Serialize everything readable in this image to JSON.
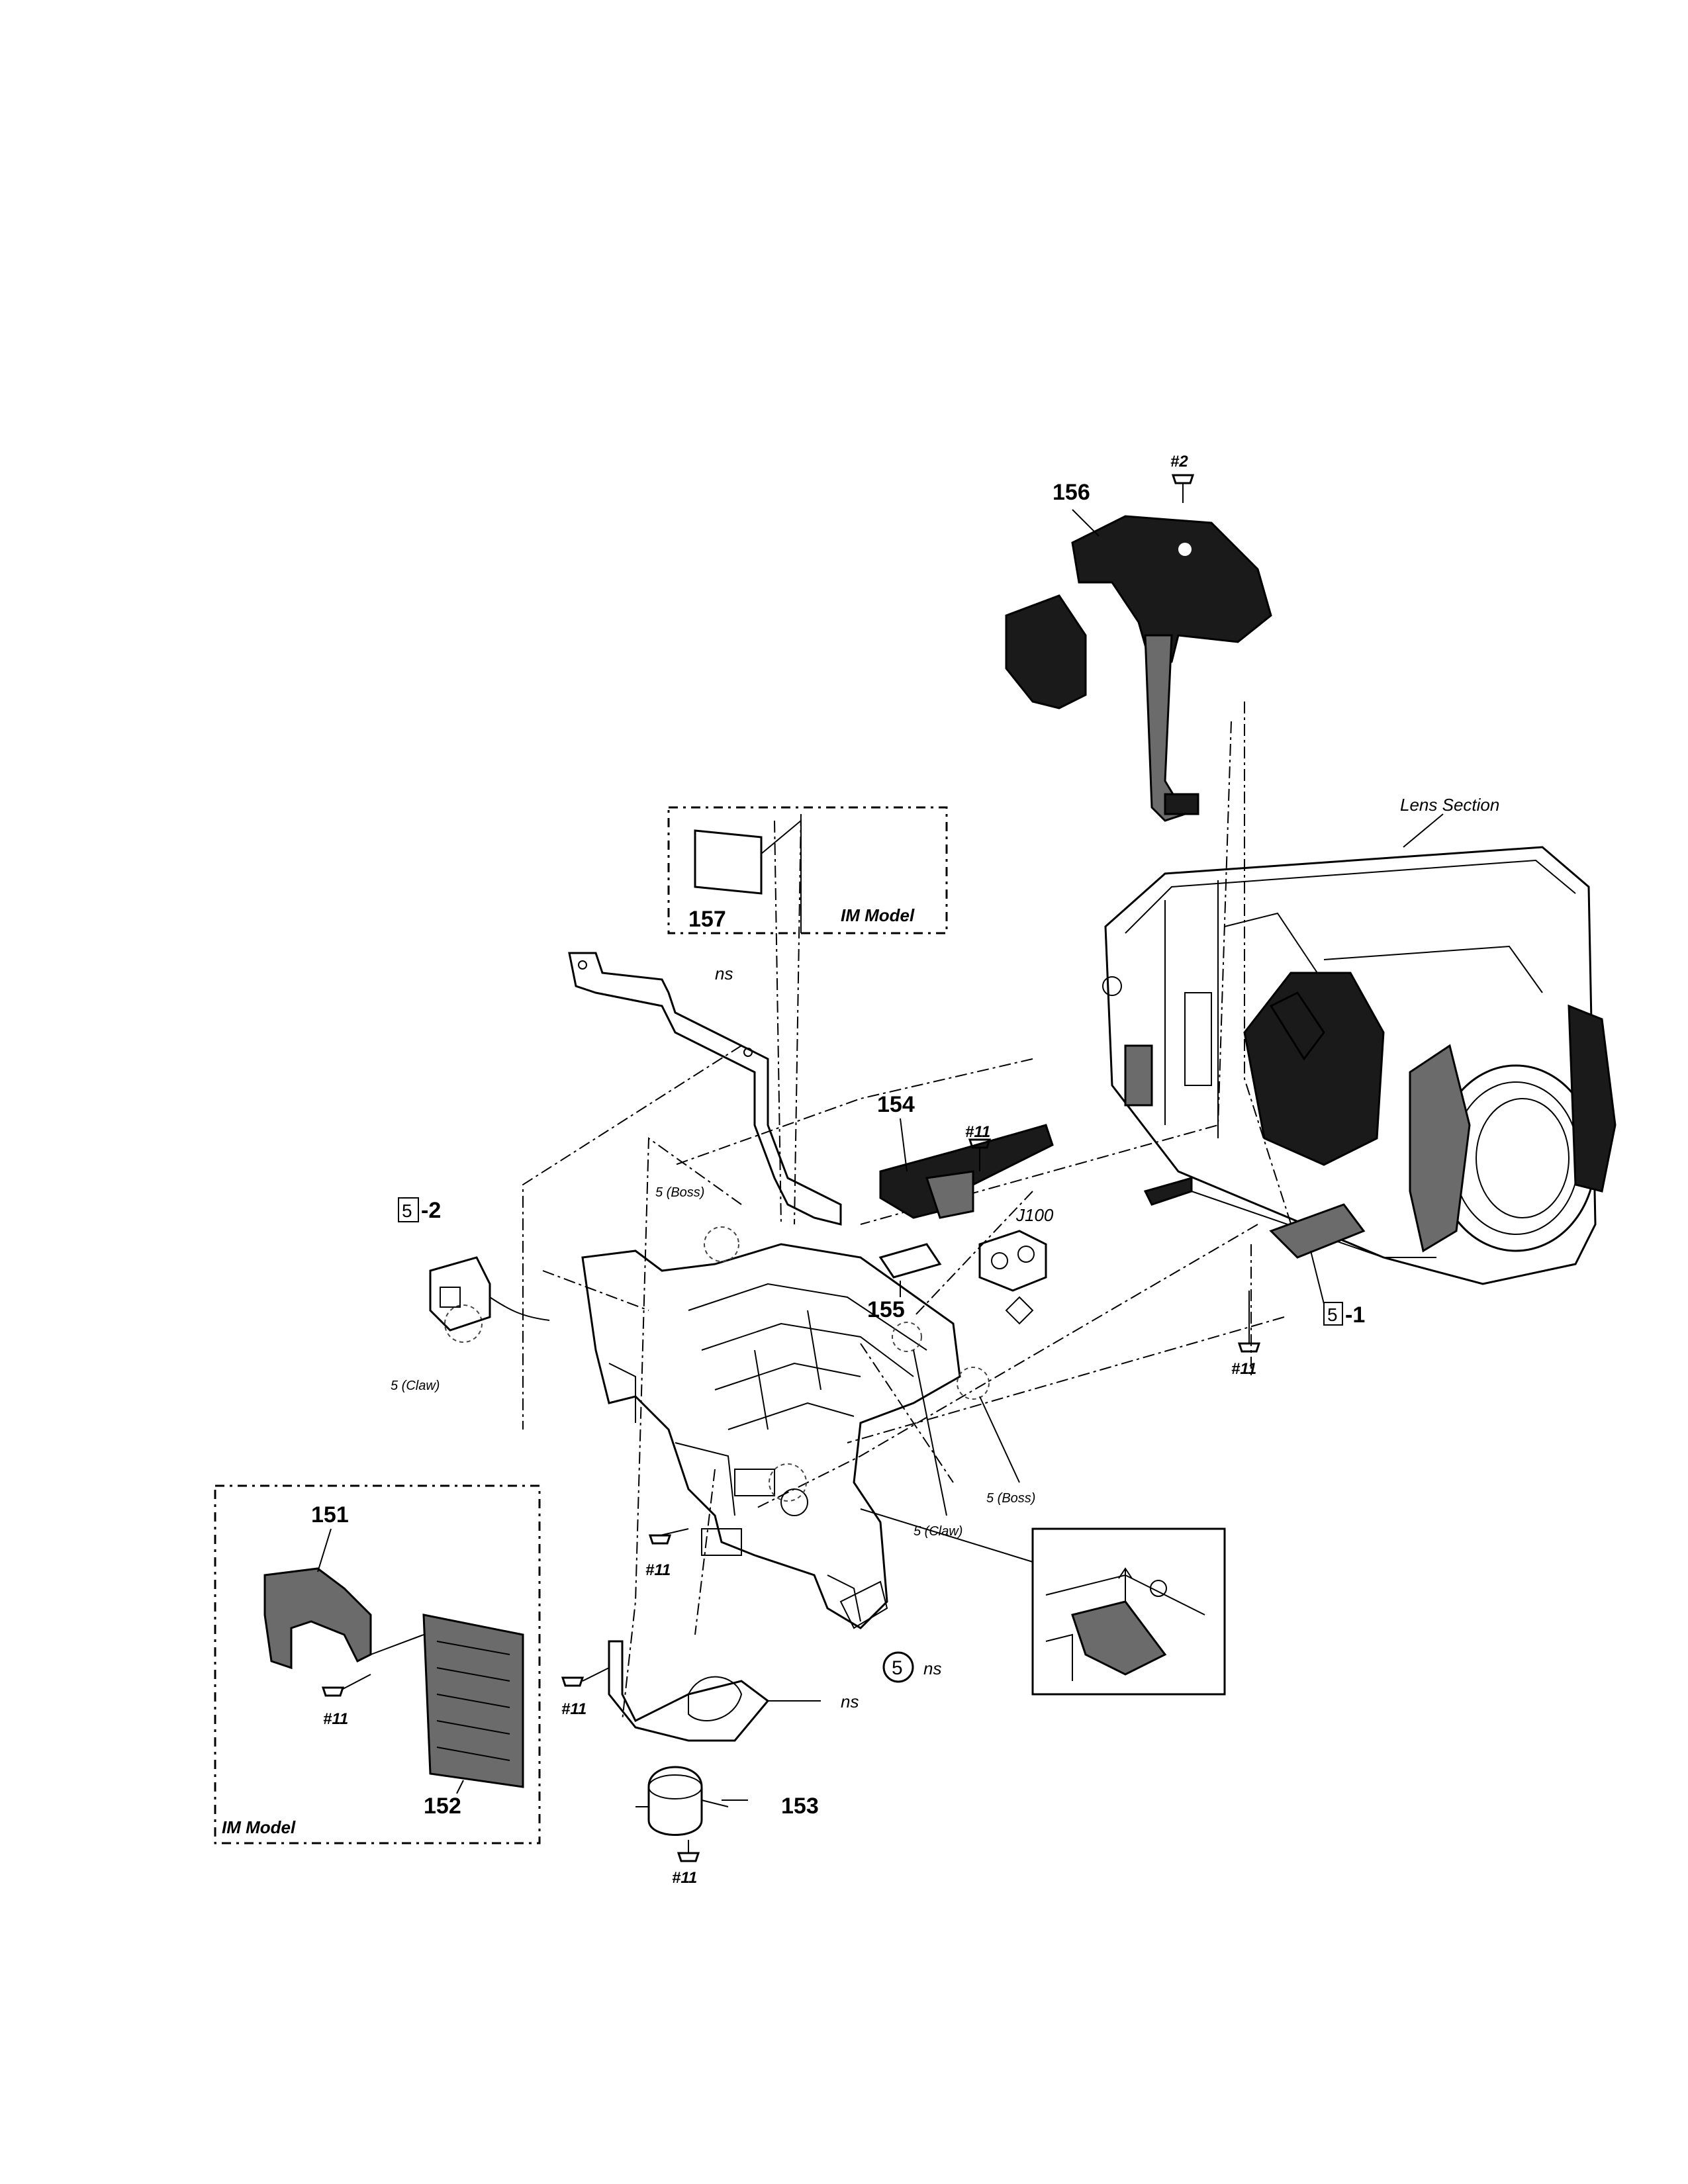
{
  "parts": {
    "p151": "151",
    "p152": "152",
    "p153": "153",
    "p154": "154",
    "p155": "155",
    "p156": "156",
    "p157": "157"
  },
  "screws": {
    "s2": "#2",
    "s11": "#11"
  },
  "callouts": {
    "c5_1": "5",
    "c5_1_suffix": "-1",
    "c5_2": "5",
    "c5_2_suffix": "-2",
    "c5_circle": "5",
    "boss_note": "5 (Boss)",
    "claw_note": "5 (Claw)"
  },
  "labels": {
    "lens_section": "Lens Section",
    "im_model": "IM Model",
    "ns": "ns",
    "j100": "J100"
  }
}
